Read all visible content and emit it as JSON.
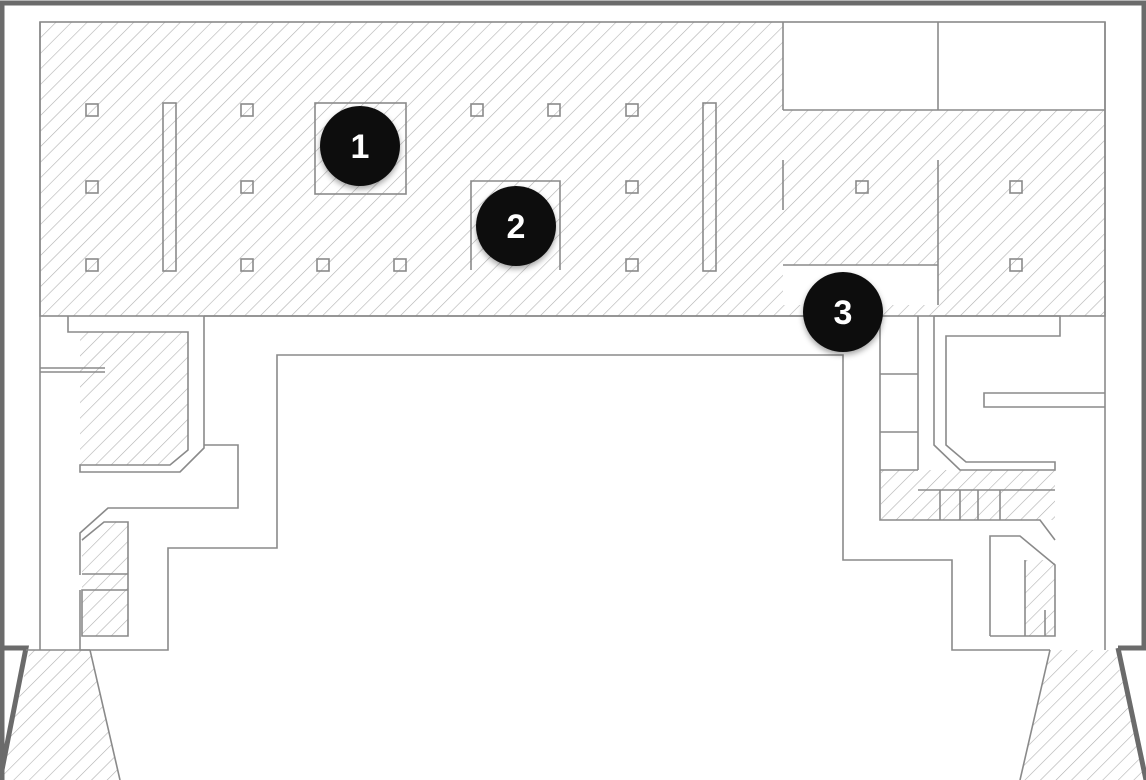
{
  "markers": [
    {
      "label": "1"
    },
    {
      "label": "2"
    },
    {
      "label": "3"
    }
  ],
  "colors": {
    "marker_fill": "#111111",
    "marker_text": "#ffffff",
    "wall": "#8a8a8a",
    "outer_wall": "#6b6b6b",
    "hatch": "#b0b0b0"
  },
  "icons": [
    "numbered-marker",
    "column-square",
    "hatched-area"
  ]
}
